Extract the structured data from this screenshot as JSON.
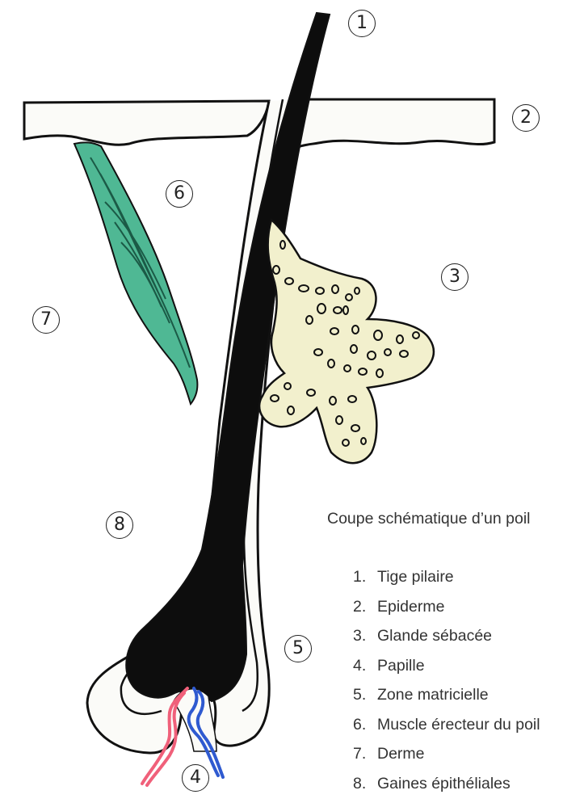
{
  "colors": {
    "hair": "#0d0d0d",
    "muscle": "#4fb894",
    "gland_fill": "#f2f0cd",
    "outline": "#111111",
    "artery": "#f0607a",
    "vein": "#2f5ad0",
    "background": "#ffffff"
  },
  "markers": [
    {
      "id": "1",
      "label": "①"
    },
    {
      "id": "2",
      "label": "②"
    },
    {
      "id": "3",
      "label": "③"
    },
    {
      "id": "4",
      "label": "④"
    },
    {
      "id": "5",
      "label": "⑤"
    },
    {
      "id": "6",
      "label": "⑥"
    },
    {
      "id": "7",
      "label": "⑦"
    },
    {
      "id": "8",
      "label": "⑧"
    }
  ],
  "legend": {
    "title": "Coupe schématique d’un poil",
    "items": [
      {
        "number": "1.",
        "text": "Tige pilaire"
      },
      {
        "number": "2.",
        "text": "Epiderme"
      },
      {
        "number": "3.",
        "text": "Glande sébacée"
      },
      {
        "number": "4.",
        "text": "Papille"
      },
      {
        "number": "5.",
        "text": "Zone matricielle"
      },
      {
        "number": "6.",
        "text": "Muscle érecteur du poil"
      },
      {
        "number": "7.",
        "text": "Derme"
      },
      {
        "number": "8.",
        "text": "Gaines épithéliales"
      }
    ]
  }
}
